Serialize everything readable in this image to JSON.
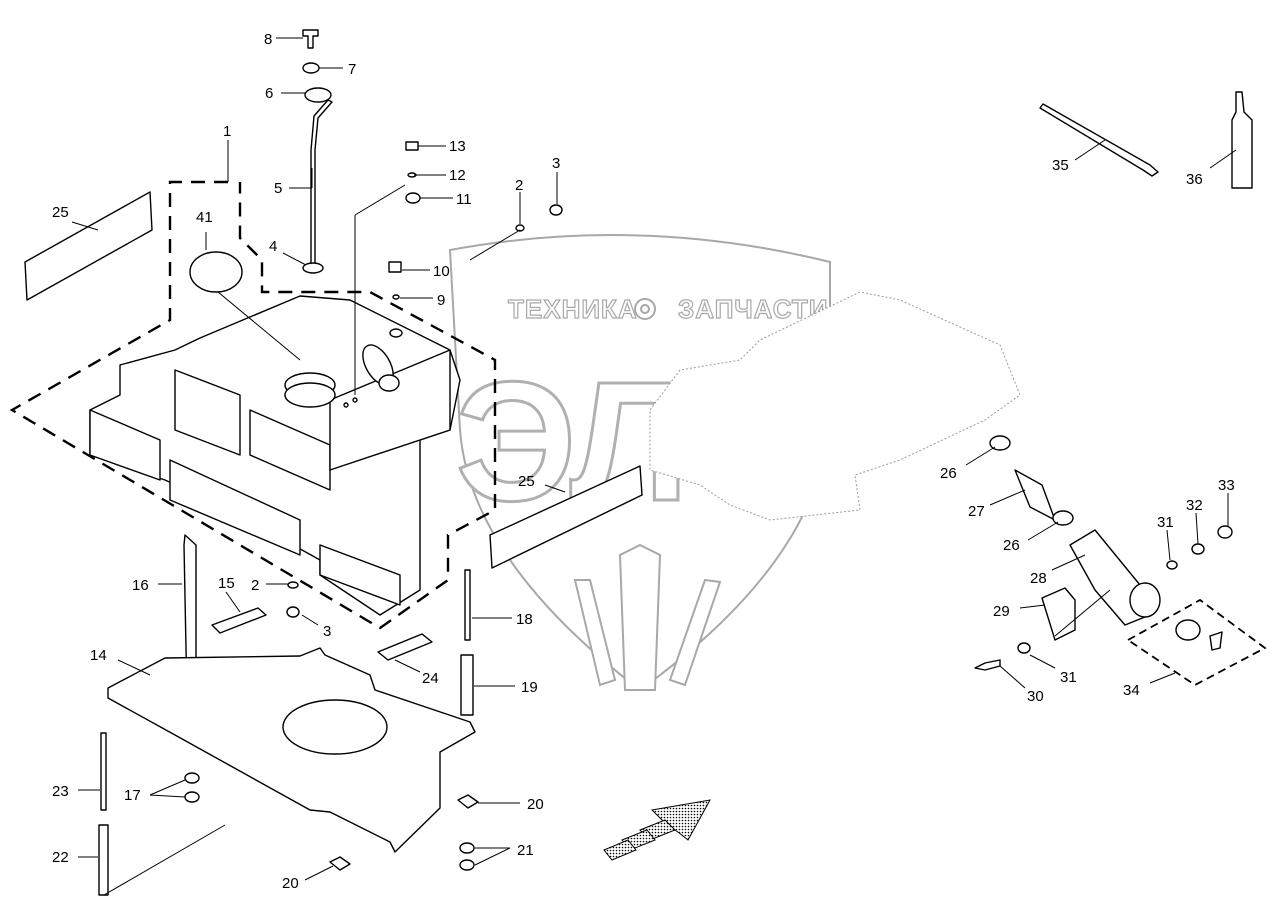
{
  "watermark": {
    "left_word": "ТЕХНИКА",
    "right_word": "ЗАПЧАСТИ",
    "emblem": "ЭЛФ",
    "gear_icon": "gear-icon"
  },
  "callouts": [
    {
      "id": "c8",
      "text": "8"
    },
    {
      "id": "c7",
      "text": "7"
    },
    {
      "id": "c6",
      "text": "6"
    },
    {
      "id": "c1",
      "text": "1"
    },
    {
      "id": "c5",
      "text": "5"
    },
    {
      "id": "c4",
      "text": "4"
    },
    {
      "id": "c13",
      "text": "13"
    },
    {
      "id": "c12",
      "text": "12"
    },
    {
      "id": "c11",
      "text": "11"
    },
    {
      "id": "c10",
      "text": "10"
    },
    {
      "id": "c9",
      "text": "9"
    },
    {
      "id": "c2a",
      "text": "2"
    },
    {
      "id": "c3a",
      "text": "3"
    },
    {
      "id": "c25a",
      "text": "25"
    },
    {
      "id": "c41",
      "text": "41"
    },
    {
      "id": "c35",
      "text": "35"
    },
    {
      "id": "c36",
      "text": "36"
    },
    {
      "id": "c26a",
      "text": "26"
    },
    {
      "id": "c27",
      "text": "27"
    },
    {
      "id": "c26b",
      "text": "26"
    },
    {
      "id": "c28",
      "text": "28"
    },
    {
      "id": "c29",
      "text": "29"
    },
    {
      "id": "c31a",
      "text": "31"
    },
    {
      "id": "c32",
      "text": "32"
    },
    {
      "id": "c33",
      "text": "33"
    },
    {
      "id": "c31b",
      "text": "31"
    },
    {
      "id": "c30",
      "text": "30"
    },
    {
      "id": "c34",
      "text": "34"
    },
    {
      "id": "c25b",
      "text": "25"
    },
    {
      "id": "c16",
      "text": "16"
    },
    {
      "id": "c15",
      "text": "15"
    },
    {
      "id": "c2b",
      "text": "2"
    },
    {
      "id": "c3b",
      "text": "3"
    },
    {
      "id": "c18",
      "text": "18"
    },
    {
      "id": "c24",
      "text": "24"
    },
    {
      "id": "c19",
      "text": "19"
    },
    {
      "id": "c14",
      "text": "14"
    },
    {
      "id": "c17",
      "text": "17"
    },
    {
      "id": "c23",
      "text": "23"
    },
    {
      "id": "c22",
      "text": "22"
    },
    {
      "id": "c20a",
      "text": "20"
    },
    {
      "id": "c21",
      "text": "21"
    },
    {
      "id": "c20b",
      "text": "20"
    }
  ]
}
